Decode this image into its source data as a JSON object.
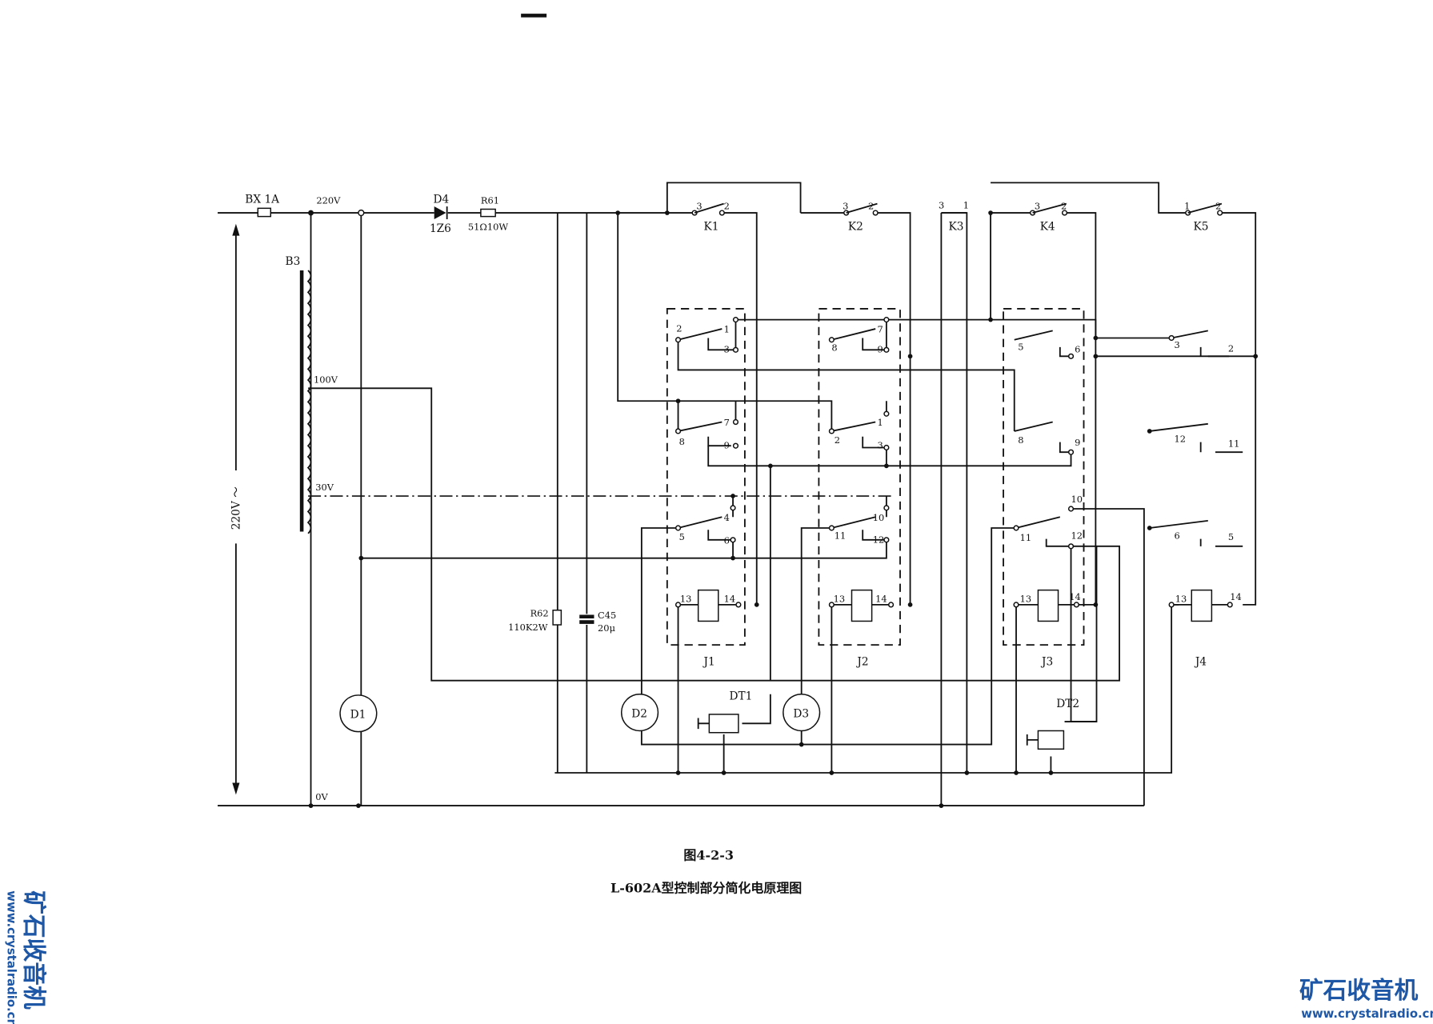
{
  "labels": {
    "fuse": "BX 1A",
    "v220": "220V",
    "diode": "D4",
    "diode_type": "1Z6",
    "r61": "R61",
    "r61_value": "51Ω10W",
    "transformer": "B3",
    "v100": "100V",
    "v30": "30V",
    "v0": "0V",
    "supply": "220V ～",
    "r62": "R62",
    "r62_value": "110K2W",
    "c45": "C45",
    "c45_value": "20μ",
    "d1": "D1",
    "d2": "D2",
    "d3": "D3",
    "dt1": "DT1",
    "dt2": "DT2",
    "k1": "K1",
    "k2": "K2",
    "k3": "K3",
    "k4": "K4",
    "k5": "K5",
    "j1": "J1",
    "j2": "J2",
    "j3": "J3",
    "j4": "J4"
  },
  "switch_pins": {
    "k1": [
      "3",
      "2"
    ],
    "k2": [
      "3",
      "2"
    ],
    "k3": [
      "3",
      "1"
    ],
    "k4": [
      "3",
      "2"
    ],
    "k5": [
      "1",
      "2"
    ]
  },
  "relay_pins": {
    "j1": [
      "2",
      "1",
      "3",
      "8",
      "7",
      "9",
      "5",
      "4",
      "6",
      "13",
      "14"
    ],
    "j2": [
      "8",
      "7",
      "9",
      "2",
      "1",
      "3",
      "11",
      "10",
      "12",
      "13",
      "14"
    ],
    "j3": [
      "5",
      "6",
      "8",
      "9",
      "11",
      "10",
      "12",
      "13",
      "14"
    ],
    "j4": [
      "3",
      "2",
      "12",
      "11",
      "6",
      "5",
      "13",
      "14"
    ]
  },
  "caption": {
    "figure": "图4-2-3",
    "title": "L-602A型控制部分简化电原理图"
  },
  "watermark": {
    "name": "矿石收音机",
    "url": "www.crystalradio.cn"
  }
}
